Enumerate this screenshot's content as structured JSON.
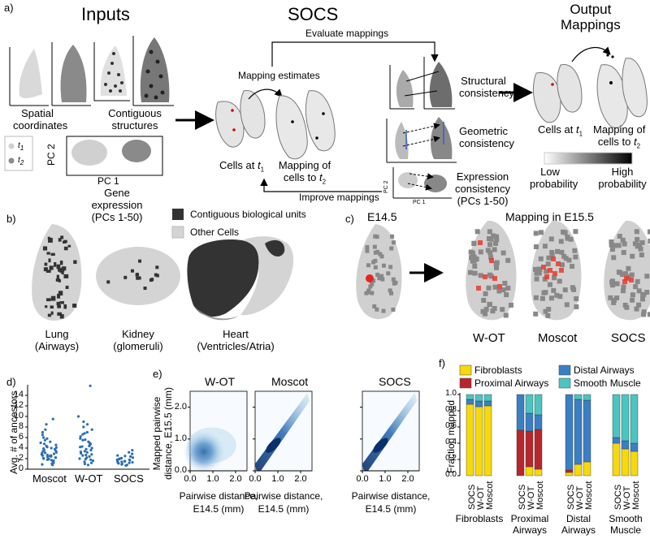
{
  "panel_labels": {
    "a": "a)",
    "b": "b)",
    "c": "c)",
    "d": "d)",
    "e": "e)",
    "f": "f)"
  },
  "panel_a": {
    "inputs_title": "Inputs",
    "socs_title": "SOCS",
    "output_title_1": "Output",
    "output_title_2": "Mappings",
    "evaluate": "Evaluate mappings",
    "mapping_estimates": "Mapping estimates",
    "spatial_1": "Spatial",
    "spatial_2": "coordinates",
    "contiguous_1": "Contiguous",
    "contiguous_2": "structures",
    "t1": "t1",
    "t2": "t2",
    "pc2": "PC 2",
    "pc1": "PC 1",
    "gene_1": "Gene",
    "gene_2": "expression",
    "gene_3": "(PCs 1-50)",
    "cells_at_t1": "Cells at t1",
    "mapping_of_1": "Mapping of",
    "mapping_of_2": "cells to t2",
    "structural_1": "Structural",
    "structural_2": "consistency",
    "geometric_1": "Geometric",
    "geometric_2": "consistency",
    "expression_1": "Expression",
    "expression_2": "consistency",
    "expression_3": "(PCs 1-50)",
    "improve": "Improve mappings",
    "low_1": "Low",
    "low_2": "probability",
    "high_1": "High",
    "high_2": "probability",
    "small_pc2": "PC 2",
    "small_pc1": "PC 1"
  },
  "panel_b": {
    "legend_contiguous": "Contiguous biological units",
    "legend_other": "Other Cells",
    "lung_1": "Lung",
    "lung_2": "(Airways)",
    "kidney_1": "Kidney",
    "kidney_2": "(glomeruli)",
    "heart_1": "Heart",
    "heart_2": "(Ventricles/Atria)",
    "colors": {
      "contiguous": "#333333",
      "other": "#d4d4d4"
    }
  },
  "panel_c": {
    "e14": "E14.5",
    "title": "Mapping in E15.5",
    "methods": [
      "W-OT",
      "Moscot",
      "SOCS"
    ]
  },
  "panel_d": {
    "ylabel": "Avg. # of ancestors",
    "yticks": [
      "0",
      "2",
      "4",
      "6",
      "8",
      "10",
      "12",
      "14"
    ],
    "categories": [
      "Moscot",
      "W-OT",
      "SOCS"
    ]
  },
  "panel_e": {
    "titles": [
      "W-OT",
      "Moscot",
      "SOCS"
    ],
    "ylabel_1": "Mapped pairwise",
    "ylabel_2": "distance, E15.5 (mm)",
    "xlabel_1": "Pairwise distance,",
    "xlabel_2": "E14.5 (mm)",
    "yticks": [
      "0.0",
      "1.0",
      "2.0"
    ],
    "xticks": [
      "0.0",
      "1.0",
      "2.0"
    ]
  },
  "panel_f": {
    "ylabel": "Fraction mapped",
    "yticks": [
      "0.0",
      "0.2",
      "0.4",
      "0.6",
      "0.8",
      "1.0"
    ],
    "legend": [
      "Fibroblasts",
      "Distal Airways",
      "Proximal Airways",
      "Smooth Muscle"
    ],
    "group_labels": [
      [
        "Fibroblasts"
      ],
      [
        "Proximal",
        "Airways"
      ],
      [
        "Distal",
        "Airways"
      ],
      [
        "Smooth",
        "Muscle"
      ]
    ],
    "bar_labels": [
      "SOCS",
      "W-OT",
      "Moscot"
    ]
  },
  "chart_data": [
    {
      "type": "scatter",
      "panel": "d",
      "ylabel": "Avg. # of ancestors",
      "ylim": [
        0,
        16
      ],
      "categories": [
        "Moscot",
        "W-OT",
        "SOCS"
      ],
      "series": [
        {
          "values": [
            9.5,
            8.5,
            7.5,
            7.0,
            6.5,
            6.0,
            5.8,
            5.5,
            5.2,
            5.0,
            4.8,
            4.6,
            4.4,
            4.2,
            4.0,
            3.8,
            3.6,
            3.4,
            3.2,
            3.0,
            2.9,
            2.8,
            2.7,
            2.6,
            2.5,
            2.4,
            2.3,
            2.2,
            2.1,
            2.0,
            1.9,
            1.8,
            1.6,
            1.4,
            1.2,
            1.0,
            0.9,
            0.8,
            3.1,
            3.5,
            2.6,
            4.1,
            1.7,
            2.2,
            3.9
          ]
        },
        {
          "values": [
            15.8,
            10.0,
            9.0,
            8.5,
            8.0,
            7.5,
            7.0,
            6.6,
            6.2,
            5.8,
            5.5,
            5.2,
            5.0,
            4.8,
            4.6,
            4.4,
            4.2,
            4.0,
            3.8,
            3.6,
            3.4,
            3.2,
            3.0,
            2.8,
            2.6,
            2.4,
            2.2,
            2.0,
            1.8,
            1.6,
            1.4,
            1.2,
            1.0,
            0.8,
            4.3,
            5.6,
            3.3,
            2.7,
            6.8,
            1.9
          ]
        },
        {
          "values": [
            3.6,
            3.2,
            2.9,
            2.6,
            2.4,
            2.2,
            2.0,
            1.9,
            1.8,
            1.7,
            1.6,
            1.5,
            1.4,
            1.3,
            1.2,
            1.1,
            1.0,
            0.9,
            0.8,
            0.7,
            1.5,
            2.1,
            1.3,
            1.8,
            2.5
          ]
        }
      ]
    },
    {
      "type": "heatmap",
      "panel": "e",
      "titles": [
        "W-OT",
        "Moscot",
        "SOCS"
      ],
      "xlabel": "Pairwise distance, E14.5 (mm)",
      "ylabel": "Mapped pairwise distance, E15.5 (mm)",
      "xlim": [
        0,
        2.5
      ],
      "ylim": [
        0,
        2.5
      ],
      "density_centers": [
        {
          "method": "W-OT",
          "x": 0.6,
          "y": 0.6
        },
        {
          "method": "Moscot",
          "x": 0.8,
          "y": 0.8
        },
        {
          "method": "SOCS",
          "x": 0.8,
          "y": 0.8
        }
      ]
    },
    {
      "type": "bar",
      "panel": "f",
      "stacked": true,
      "ylabel": "Fraction mapped",
      "ylim": [
        0,
        1
      ],
      "groups": [
        "Fibroblasts",
        "Proximal Airways",
        "Distal Airways",
        "Smooth Muscle"
      ],
      "bars": [
        "SOCS",
        "W-OT",
        "Moscot"
      ],
      "colors": {
        "Fibroblasts": "#f5d90a",
        "Proximal Airways": "#b8262c",
        "Distal Airways": "#3a7fc4",
        "Smooth Muscle": "#4cc4c0"
      },
      "series": [
        {
          "name": "Fibroblasts",
          "values": [
            [
              0.88,
              0.85,
              0.86
            ],
            [
              0.0,
              0.11,
              0.08
            ],
            [
              0.04,
              0.14,
              0.17
            ],
            [
              0.4,
              0.33,
              0.3
            ]
          ]
        },
        {
          "name": "Proximal Airways",
          "values": [
            [
              0.0,
              0.0,
              0.0
            ],
            [
              0.56,
              0.44,
              0.49
            ],
            [
              0.03,
              0.0,
              0.0
            ],
            [
              0.0,
              0.0,
              0.0
            ]
          ]
        },
        {
          "name": "Distal Airways",
          "values": [
            [
              0.06,
              0.07,
              0.06
            ],
            [
              0.44,
              0.22,
              0.18
            ],
            [
              0.93,
              0.8,
              0.76
            ],
            [
              0.07,
              0.1,
              0.1
            ]
          ]
        },
        {
          "name": "Smooth Muscle",
          "values": [
            [
              0.06,
              0.08,
              0.08
            ],
            [
              0.0,
              0.23,
              0.25
            ],
            [
              0.0,
              0.06,
              0.07
            ],
            [
              0.53,
              0.57,
              0.6
            ]
          ]
        }
      ]
    }
  ]
}
